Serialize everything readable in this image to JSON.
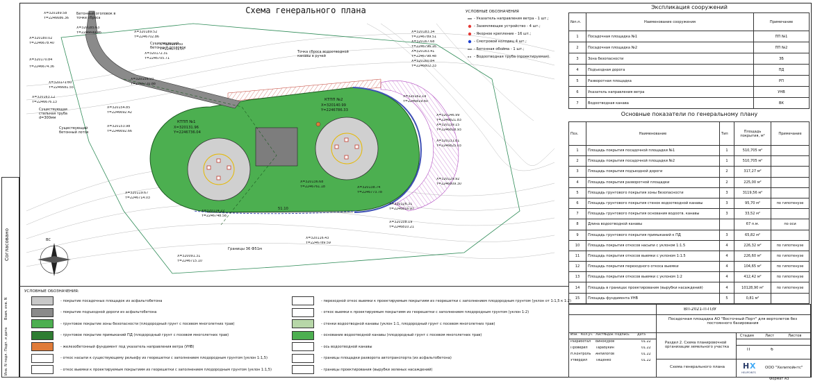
{
  "plan": {
    "title": "Схема генерального плана",
    "legend_title": "УСЛОВНЫЕ ОБОЗНАЧЕНИЯ",
    "legend_items": [
      "- Указатель направления ветра - 1 шт.;",
      "- Заземляющее устройство - 4 шт.;",
      "- Якорное крепление - 16 шт.;",
      "- Смотровой колодец 4 шт.;",
      "- Бетонная обойма - 1 шт.;",
      "- Водоотводная труба (проектируемая)."
    ],
    "labels": {
      "head": "Бетонный оголовок в точке сброса",
      "existing_head": "Существующий бетонный оголовок",
      "pipe": "Существующая стальная труба d=300мм",
      "tray": "Существующий бетонный лоток",
      "discharge": "Точка сброса водоотводной канавы в ручей",
      "bounds": "Границы 36 Ф51м",
      "ktpp1": "КТПП №1",
      "ktpp1_x": "X=320131.96",
      "ktpp1_y": "Y=2246736.04",
      "ktpp2": "КТПП №2",
      "ktpp2_x": "X=320140.99",
      "ktpp2_y": "Y=2246786.33",
      "dim": "51.10",
      "north": "ВС"
    },
    "coords": [
      "X=320189.58",
      "Y=2246686.36",
      "X=320185.63",
      "Y=2246699.46",
      "X=320189.52",
      "Y=2246702.86",
      "X=320180.02",
      "Y=2246678.40",
      "X=320172.31",
      "Y=2246705.71",
      "X=320170.84",
      "Y=2246674.36",
      "X=320159.60",
      "Y=2246751.07",
      "X=320156.93",
      "Y=2246720.88",
      "X=320183.34",
      "Y=2246789.51",
      "X=320167.68",
      "Y=2246796.16",
      "X=320163.41",
      "Y=2246798.48",
      "X=320160.84",
      "Y=2246802.33",
      "X=320171.60",
      "Y=2246681.55",
      "X=320163.12",
      "Y=2246676.13",
      "X=320154.85",
      "Y=2246692.42",
      "X=320153.98",
      "Y=2246692.66",
      "X=320162.19",
      "Y=2246819.60",
      "X=320146.99",
      "Y=2246821.83",
      "X=320139.15",
      "Y=2246818.93",
      "X=320131.81",
      "Y=2246825.03",
      "X=320129.92",
      "Y=2246809.30",
      "X=320136.68",
      "Y=2246761.18",
      "X=320138.74",
      "Y=2246773.78",
      "X=320119.67",
      "Y=2246714.03",
      "X=320114.22",
      "Y=2246748.58",
      "X=320126.31",
      "Y=2246816.97",
      "X=320108.19",
      "Y=2246810.21",
      "X=320116.43",
      "Y=2246789.59",
      "X=320091.31",
      "Y=2246715.10"
    ]
  },
  "explication": {
    "title": "Экспликация сооружений",
    "headers": [
      "№п.п.",
      "Наименование сооружения",
      "Примечание"
    ],
    "rows": [
      [
        "1",
        "Посадочная площадка №1",
        "ПП №1"
      ],
      [
        "2",
        "Посадочная площадка №2",
        "ПП №2"
      ],
      [
        "3",
        "Зона безопасности",
        "ЗБ"
      ],
      [
        "4",
        "Подъездная дорога",
        "ПД"
      ],
      [
        "5",
        "Разворотная площадка",
        "РП"
      ],
      [
        "6",
        "Указатель направления ветра",
        "УНВ"
      ],
      [
        "7",
        "Водоотводная канава",
        "ВК"
      ]
    ]
  },
  "indicators": {
    "title": "Основные показатели по генеральному плану",
    "headers": [
      "Поз.",
      "Наименование",
      "Тип",
      "Площадь покрытия, м²",
      "Примечание"
    ],
    "rows": [
      [
        "1",
        "Площадь покрытия посадочной площадки №1",
        "1",
        "510,705 м²",
        ""
      ],
      [
        "2",
        "Площадь покрытия посадочной площадки №2",
        "1",
        "510,705 м²",
        ""
      ],
      [
        "3",
        "Площадь покрытия подъездной дороги",
        "2",
        "317,27 м²",
        ""
      ],
      [
        "4",
        "Площадь покрытия разворотной площадки",
        "2",
        "225,00 м²",
        ""
      ],
      [
        "5",
        "Площадь грунтового покрытия зоны безопасности",
        "3",
        "3119,56 м²",
        ""
      ],
      [
        "6",
        "Площадь грунтового покрытия стенок водоотводной канавы",
        "3",
        "95,70 м²",
        "по гипотенузе"
      ],
      [
        "7",
        "Площадь грунтового покрытия основания водоотв. канавы",
        "3",
        "33,52 м²",
        ""
      ],
      [
        "8",
        "Длина водоотводной канавы",
        "",
        "67 п.м.",
        "по оси"
      ],
      [
        "9",
        "Площадь грунтового покрытия примыканий к ПД",
        "3",
        "65,82 м²",
        ""
      ],
      [
        "10",
        "Площадь покрытия откосов насыпи с уклоном 1:1.5",
        "4",
        "226,32 м²",
        "по гипотенузе"
      ],
      [
        "11",
        "Площадь покрытия откосов выемки с уклоном 1:1.5",
        "4",
        "226,60 м²",
        "по гипотенузе"
      ],
      [
        "12",
        "Площадь покрытия переходного откоса выемки",
        "4",
        "104,65 м²",
        "по гипотенузе"
      ],
      [
        "13",
        "Площадь покрытия откосов выемки с уклоном 1:2",
        "4",
        "412,42 м²",
        "по гипотенузе"
      ],
      [
        "14",
        "Площадь в границах проектирования (вырубки насаждений)",
        "4",
        "10128,90 м²",
        "по гипотенузе"
      ],
      [
        "15",
        "Площадь фундамента УНВ",
        "5",
        "0,81 м²",
        ""
      ]
    ]
  },
  "bottom_legend": {
    "title": "УСЛОВНЫЕ ОБОЗНАЧЕНИЯ:",
    "left": [
      {
        "text": "- покрытие посадочных площадок из асфальтобетона",
        "color": "#c8c8c8"
      },
      {
        "text": "- покрытие подъездной дороги из асфальтобетона",
        "color": "#8a8a8a"
      },
      {
        "text": "- грунтовое покрытие зоны безопасности (плодородный грунт с посевом многолетних трав)",
        "color": "#4caf50"
      },
      {
        "text": "- грунтовое покрытие примыканий ПД (плодородный грунт с посевом многолетних трав)",
        "color": "#2e7d32"
      },
      {
        "text": "- железобетонный фундамент под указатель направления ветра (УНВ)",
        "color": "#e07b39"
      },
      {
        "text": "- откос насыпи к существующему рельефу из георешетки с заполнением плодородным грунтом (уклон 1:1,5)",
        "color": "#ffffff"
      },
      {
        "text": "- откос выемки к проектируемым покрытиям из георешетки с заполнением плодородным грунтом (уклон 1:1,5)",
        "color": "#ffffff"
      }
    ],
    "right": [
      {
        "text": "- переходной откос выемки к проектируемым покрытиям из георешетки с заполнением плодородным грунтом (уклон от 1:1,5 к 1:2)",
        "color": "#ffffff"
      },
      {
        "text": "- откос выемки к проектируемым покрытиям из георешетки с заполнением плодородным грунтом (уклон 1:2)",
        "color": "#ffffff"
      },
      {
        "text": "- стенки водоотводной канавы (уклон 1:1, плодородный грунт с посевом многолетних трав)",
        "color": "#b7d7a8"
      },
      {
        "text": "- основание водоотводной канавы (плодородный грунт с посевом многолетних трав)",
        "color": "#4caf50"
      },
      {
        "text": "- ось водоотводной канавы",
        "color": "#ffffff"
      },
      {
        "text": "- границы площадки разворота автотранспорта (из асфальтобетона)",
        "color": "#ffffff"
      },
      {
        "text": "- границы проектирования (вырубки зеленых насаждений)",
        "color": "#ffffff"
      }
    ]
  },
  "stamp": {
    "code": "ВП-2021-П-ПЗУ",
    "project": "Посадочная площадка АО \"Восточный Порт\" для вертолетов без постоянного базирования",
    "section": "Раздел 2. Схема планировочной организации земельного участка",
    "sheet_name": "Схема генерального плана",
    "headers": [
      "Изм.",
      "Кол.уч.",
      "Лист",
      "№док.",
      "Подпись",
      "Дата"
    ],
    "people": [
      [
        "Разработал",
        "Винокуров",
        "01.22"
      ],
      [
        "Проверил",
        "Тарабукин",
        "01.22"
      ],
      [
        "Н.Контроль",
        "Анпилогов",
        "01.22"
      ],
      [
        "Утвердил",
        "Тищенко",
        "01.22"
      ]
    ],
    "stage_headers": [
      "Стадия",
      "Лист",
      "Листов"
    ],
    "stage": "П",
    "sheet": "6",
    "sheets": "",
    "company": "ООО \"Хелипойнтс\"",
    "logo": "HELIPOINTS",
    "format": "Формат А3"
  },
  "side": {
    "agreed": "Согласовано",
    "fields": [
      "Взам. инв. N",
      "Подп. и дата",
      "Инв. N подл."
    ]
  }
}
